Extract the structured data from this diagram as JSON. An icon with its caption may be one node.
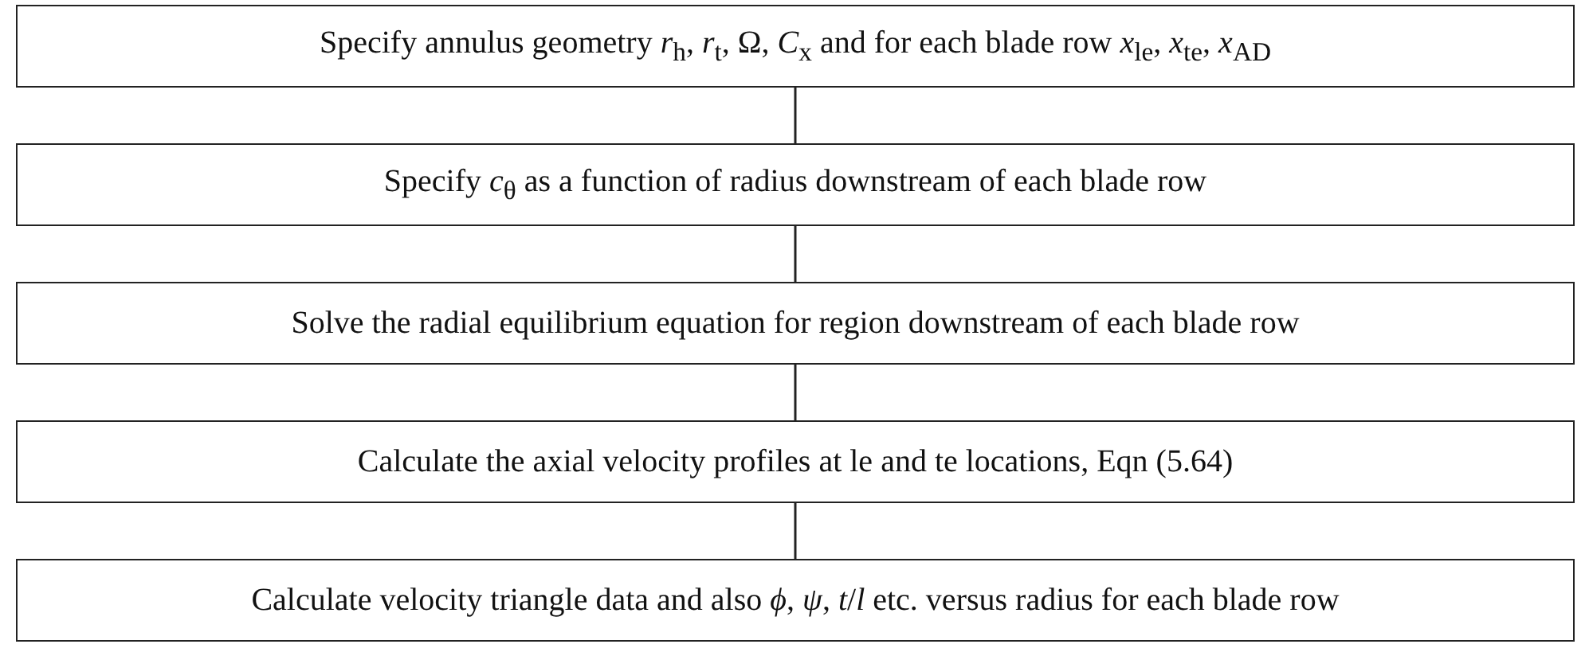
{
  "diagram": {
    "nodes": [
      {
        "text": [
          "Specify annulus geometry *r*$_{h}$, *r*$_{t}$, Ω, *C*$_{x}$ and for each blade row *x*$_{le}$, *x*$_{te}$, *x*$_{AD}$"
        ]
      },
      {
        "text": [
          "Specify *c*$_{θ}$ as a function of radius downstream of each blade row"
        ]
      },
      {
        "text": [
          "Solve the radial equilibrium equation for region downstream of each blade row"
        ]
      },
      {
        "text": [
          "Calculate the axial velocity profiles at le and te locations, Eqn (5.64)"
        ]
      },
      {
        "text": [
          "Calculate velocity triangle data and also *ϕ*, *ψ*, *t*/*l* etc. versus radius for each blade row"
        ]
      }
    ],
    "edges": [
      {
        "from": 0,
        "to": 1,
        "arrow": "none"
      },
      {
        "from": 1,
        "to": 2,
        "arrow": "none"
      },
      {
        "from": 2,
        "to": 3,
        "arrow": "none"
      },
      {
        "from": 3,
        "to": 4,
        "arrow": "none"
      }
    ]
  }
}
